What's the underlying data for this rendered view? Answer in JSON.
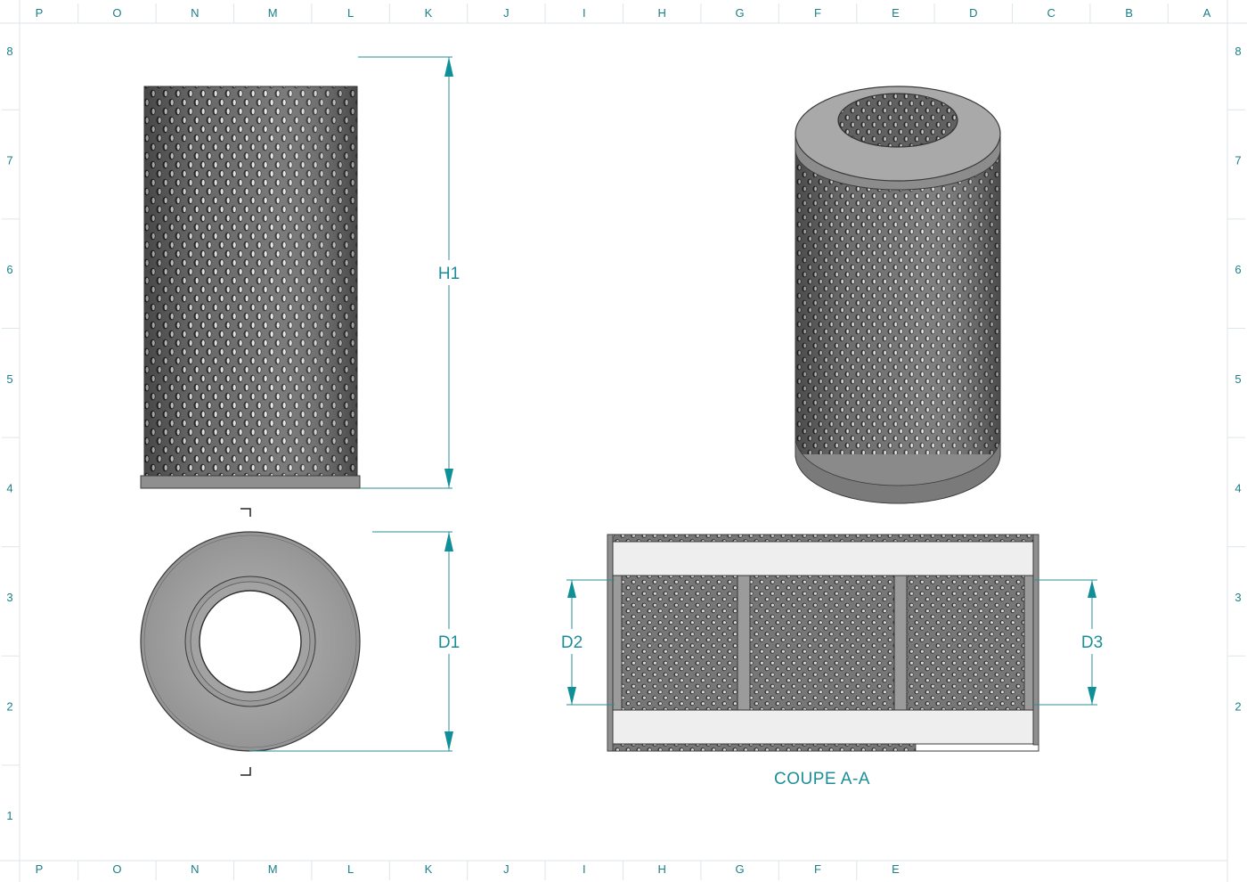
{
  "sheet": {
    "top_columns": [
      "P",
      "O",
      "N",
      "M",
      "L",
      "K",
      "J",
      "I",
      "H",
      "G",
      "F",
      "E",
      "D",
      "C",
      "B",
      "A"
    ],
    "bottom_columns": [
      "P",
      "O",
      "N",
      "M",
      "L",
      "K",
      "J",
      "I",
      "H",
      "G",
      "F",
      "E"
    ],
    "left_rows": [
      "8",
      "7",
      "6",
      "5",
      "4",
      "3",
      "2",
      "1"
    ],
    "right_rows": [
      "8",
      "7",
      "6",
      "5",
      "4",
      "3",
      "2"
    ]
  },
  "dimensions": {
    "h1": "H1",
    "d1": "D1",
    "d2": "D2",
    "d3": "D3"
  },
  "section": {
    "caption": "COUPE A-A"
  },
  "colors": {
    "annotation": "#1a8f98",
    "metal": "#9a9a9a",
    "metal_dark": "#4a4a4a",
    "frame": "#dde6e8"
  }
}
